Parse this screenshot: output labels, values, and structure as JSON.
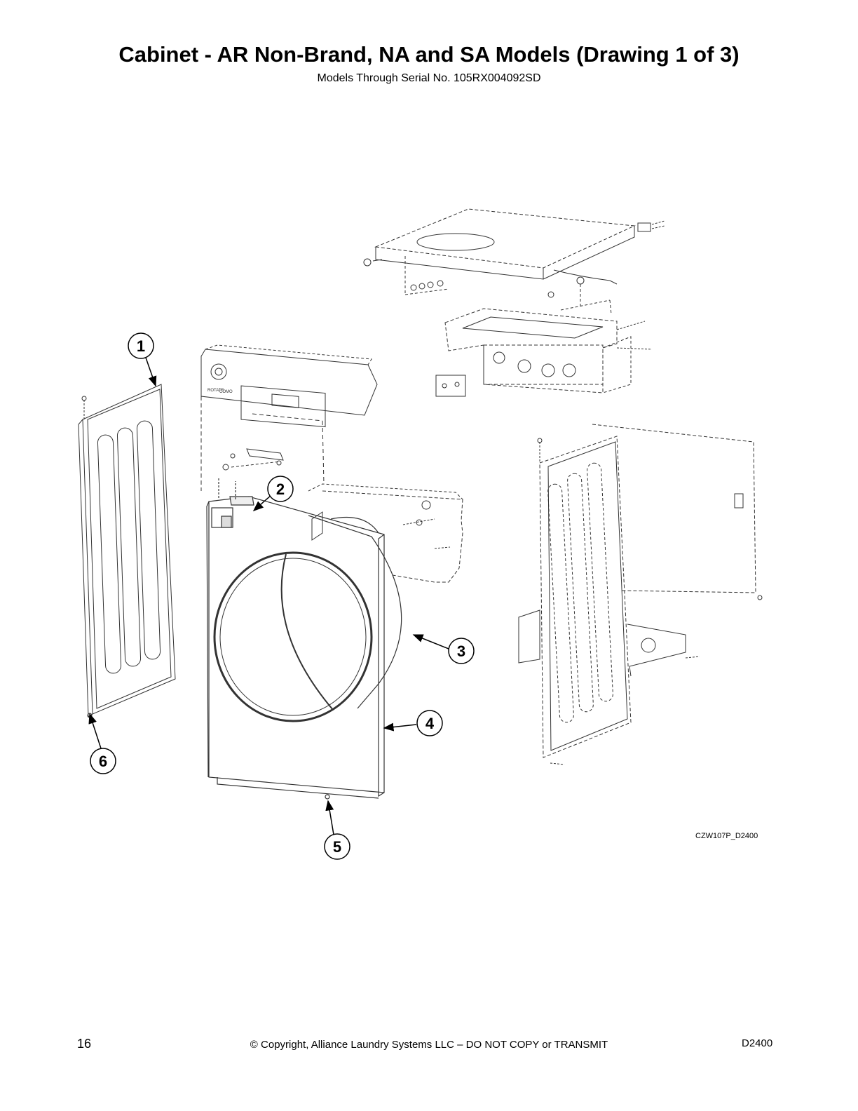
{
  "header": {
    "title": "Cabinet - AR Non-Brand, NA and SA Models (Drawing 1 of 3)",
    "subtitle": "Models Through Serial No. 105RX004092SD"
  },
  "callouts": [
    {
      "number": "1",
      "part": "left side panel"
    },
    {
      "number": "2",
      "part": "latch"
    },
    {
      "number": "3",
      "part": "door seal"
    },
    {
      "number": "4",
      "part": "front panel"
    },
    {
      "number": "5",
      "part": "screw"
    },
    {
      "number": "6",
      "part": "side panel screw"
    }
  ],
  "control_panel": {
    "knob_label_left": "ROTATE",
    "knob_label_right": "COMO"
  },
  "drawing_code": "CZW107P_D2400",
  "footer": {
    "page_number": "16",
    "copyright": "© Copyright, Alliance Laundry Systems LLC – DO NOT COPY or TRANSMIT",
    "document_id": "D2400"
  }
}
